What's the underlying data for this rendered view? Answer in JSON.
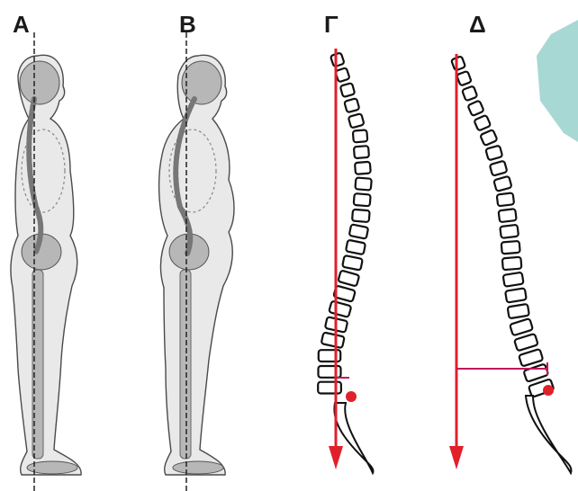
{
  "panels": [
    {
      "label": "A"
    },
    {
      "label": "B"
    },
    {
      "label": "Γ"
    },
    {
      "label": "Δ"
    }
  ],
  "colors": {
    "background": "#ffffff",
    "figure_fill": "#e9e9e9",
    "bone_fill": "#b7b7b7",
    "outline": "#4a4a4a",
    "plumb_line": "#222222",
    "vertebra_fill": "#ffffff",
    "vertebra_outline": "#111111",
    "gravity_arrow": "#e0202a",
    "marker_line": "#c2185b",
    "corner_shape": "#9fd4cf"
  }
}
